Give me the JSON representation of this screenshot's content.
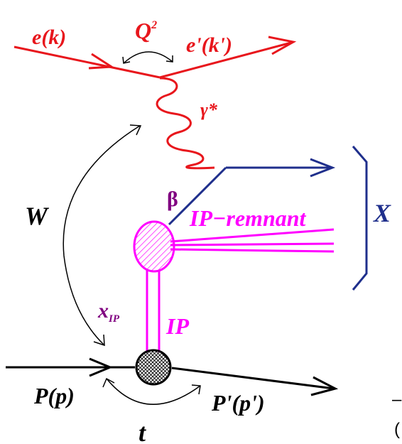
{
  "colors": {
    "electron": "#e8161c",
    "pomeron": "#ff00ff",
    "hadronic": "#1f2f8c",
    "kinematic": "#800080",
    "black": "#000000"
  },
  "labels": {
    "incoming_electron": "e(k)",
    "outgoing_electron": "e'(k')",
    "q2": "Q",
    "q2_sup": "2",
    "photon": "γ*",
    "w": "W",
    "beta": "β",
    "x_ip": "x",
    "x_ip_sub": "IP",
    "pomeron": "IP",
    "pomeron_remnant": "IP−remnant",
    "system_x": "X",
    "incoming_proton": "P(p)",
    "outgoing_proton": "P'(p')",
    "t": "t",
    "cut_right_1": "–",
    "cut_right_2": "("
  }
}
